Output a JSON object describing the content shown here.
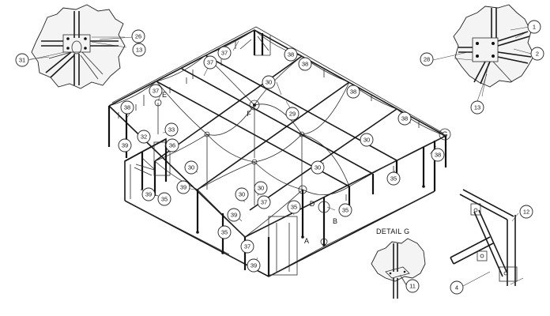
{
  "diagram": {
    "detail_g_caption": "DETAIL G",
    "callouts": [
      {
        "id": "c31",
        "label": "31"
      },
      {
        "id": "c26",
        "label": "26"
      },
      {
        "id": "c13a",
        "label": "13"
      },
      {
        "id": "c1",
        "label": "1"
      },
      {
        "id": "c2",
        "label": "2"
      },
      {
        "id": "c28",
        "label": "28"
      },
      {
        "id": "c13b",
        "label": "13"
      },
      {
        "id": "c37a",
        "label": "37"
      },
      {
        "id": "c37b",
        "label": "37"
      },
      {
        "id": "c38a",
        "label": "38"
      },
      {
        "id": "c38b",
        "label": "38"
      },
      {
        "id": "c30a",
        "label": "30"
      },
      {
        "id": "c29",
        "label": "29"
      },
      {
        "id": "c37c",
        "label": "37"
      },
      {
        "id": "c38c",
        "label": "38"
      },
      {
        "id": "c38d",
        "label": "38"
      },
      {
        "id": "c38e",
        "label": "38"
      },
      {
        "id": "c33",
        "label": "33"
      },
      {
        "id": "c32",
        "label": "32"
      },
      {
        "id": "c36",
        "label": "36"
      },
      {
        "id": "c39a",
        "label": "39"
      },
      {
        "id": "c30b",
        "label": "30"
      },
      {
        "id": "c38f",
        "label": "38"
      },
      {
        "id": "c30c",
        "label": "30"
      },
      {
        "id": "c30d",
        "label": "30"
      },
      {
        "id": "c35a",
        "label": "35"
      },
      {
        "id": "c39b",
        "label": "39"
      },
      {
        "id": "c39c",
        "label": "39"
      },
      {
        "id": "c35b",
        "label": "35"
      },
      {
        "id": "c30e",
        "label": "30"
      },
      {
        "id": "c30f",
        "label": "30"
      },
      {
        "id": "c37d",
        "label": "37"
      },
      {
        "id": "c35c",
        "label": "35"
      },
      {
        "id": "c39d",
        "label": "39"
      },
      {
        "id": "c35d",
        "label": "35"
      },
      {
        "id": "c35e",
        "label": "35"
      },
      {
        "id": "c37e",
        "label": "37"
      },
      {
        "id": "c39e",
        "label": "39"
      },
      {
        "id": "c11",
        "label": "11"
      },
      {
        "id": "c12",
        "label": "12"
      },
      {
        "id": "c4",
        "label": "4"
      }
    ],
    "letters": [
      {
        "id": "lE",
        "label": "E"
      },
      {
        "id": "lF",
        "label": "F"
      },
      {
        "id": "lD",
        "label": "D"
      },
      {
        "id": "lB",
        "label": "B"
      },
      {
        "id": "lA",
        "label": "A"
      },
      {
        "id": "lG",
        "label": "G"
      }
    ]
  }
}
